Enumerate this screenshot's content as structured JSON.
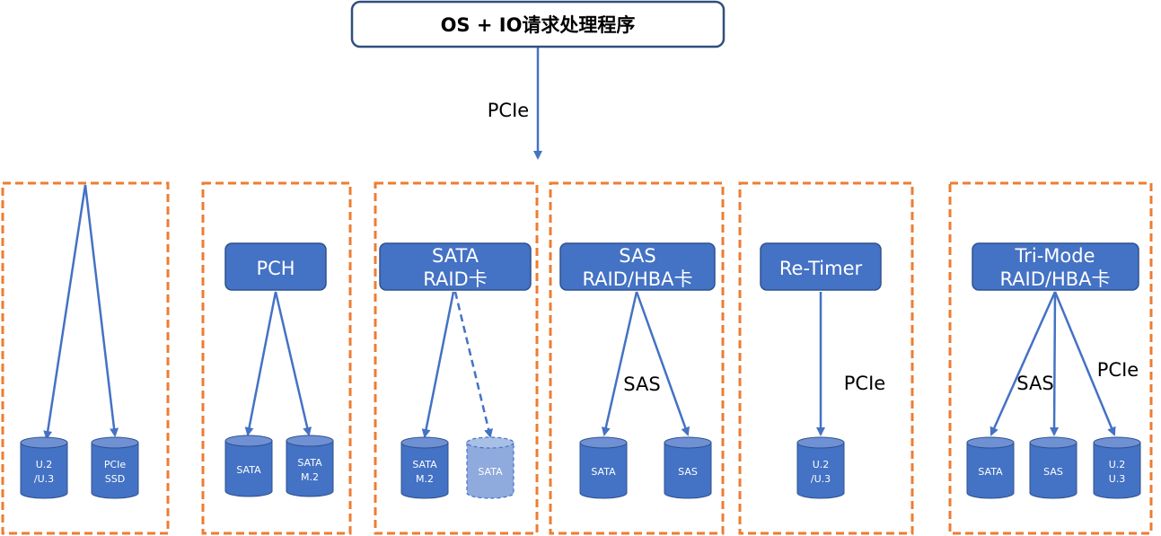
{
  "top": {
    "title": "OS + IO请求处理程序",
    "link_label": "PCIe"
  },
  "colors": {
    "box_fill": "#4472C4",
    "box_stroke": "#2F528F",
    "top_stroke": "#2F4F7F",
    "group_border": "#ED7D31",
    "arrow": "#4472C4",
    "disk_fill": "#4472C4",
    "disk_top": "#6F91D4",
    "disk_dashed_fill": "#8FAADC"
  },
  "groups": [
    {
      "id": "direct",
      "controller": null,
      "link_labels": [],
      "disks": [
        {
          "lines": [
            "U.2",
            "/U.3"
          ]
        },
        {
          "lines": [
            "PCIe",
            "SSD"
          ]
        }
      ]
    },
    {
      "id": "pch",
      "controller": [
        "PCH"
      ],
      "link_labels": [],
      "disks": [
        {
          "lines": [
            "SATA"
          ]
        },
        {
          "lines": [
            "SATA",
            "M.2"
          ]
        }
      ]
    },
    {
      "id": "sata-raid",
      "controller": [
        "SATA",
        "RAID卡"
      ],
      "link_labels": [],
      "disks": [
        {
          "lines": [
            "SATA",
            "M.2"
          ]
        },
        {
          "lines": [
            "SATA"
          ],
          "dashed": true
        }
      ]
    },
    {
      "id": "sas-raid",
      "controller": [
        "SAS",
        "RAID/HBA卡"
      ],
      "link_labels": [
        "SAS"
      ],
      "disks": [
        {
          "lines": [
            "SATA"
          ]
        },
        {
          "lines": [
            "SAS"
          ]
        }
      ]
    },
    {
      "id": "retimer",
      "controller": [
        "Re-Timer"
      ],
      "link_labels": [
        "PCIe"
      ],
      "disks": [
        {
          "lines": [
            "U.2",
            "/U.3"
          ]
        }
      ]
    },
    {
      "id": "trimode",
      "controller": [
        "Tri-Mode",
        "RAID/HBA卡"
      ],
      "link_labels": [
        "SAS",
        "PCIe"
      ],
      "disks": [
        {
          "lines": [
            "SATA"
          ]
        },
        {
          "lines": [
            "SAS"
          ]
        },
        {
          "lines": [
            "U.2",
            "U.3"
          ]
        }
      ]
    }
  ]
}
